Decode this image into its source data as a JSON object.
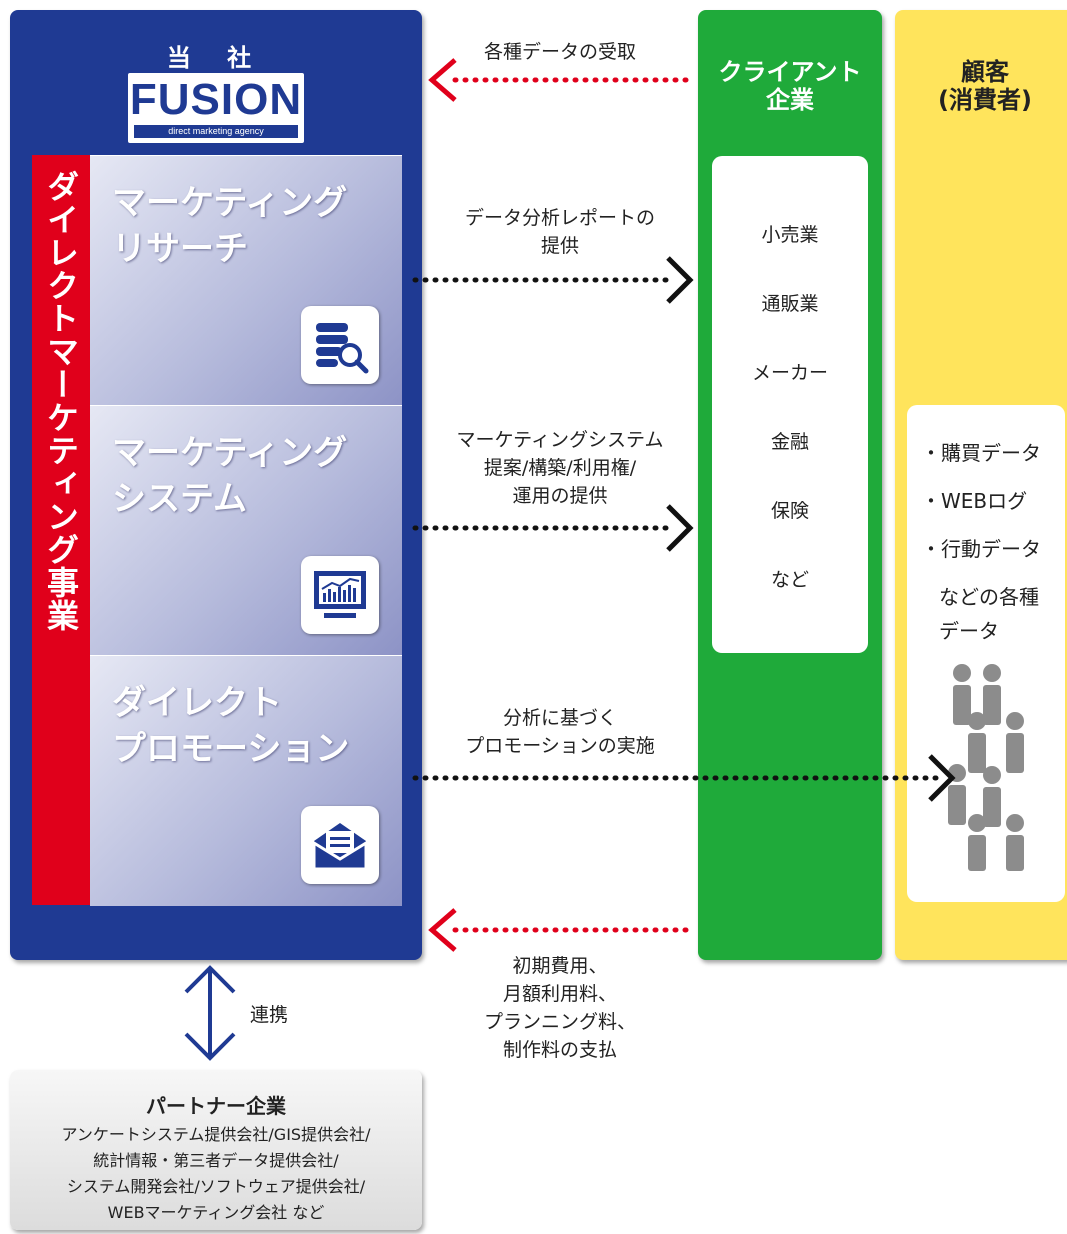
{
  "colors": {
    "company": "#1f3a93",
    "direct_marketing": "#e0001b",
    "client": "#1faa3a",
    "consumer": "#ffe45c",
    "arrow_red": "#e0001b",
    "arrow_black": "#111111",
    "arrow_blue": "#1f3a93"
  },
  "company": {
    "title": "当 社",
    "logo": "FUSION",
    "logo_tagline": "direct marketing agency",
    "business_label": "ダイレクトマーケティング事業",
    "services": [
      {
        "title_line1": "マーケティング",
        "title_line2": "リサーチ",
        "icon": "database-search-icon"
      },
      {
        "title_line1": "マーケティング",
        "title_line2": "システム",
        "icon": "chart-monitor-icon"
      },
      {
        "title_line1": "ダイレクト",
        "title_line2": "プロモーション",
        "icon": "mail-envelope-icon"
      }
    ]
  },
  "client": {
    "title_line1": "クライアント",
    "title_line2": "企業",
    "industries": [
      "小売業",
      "通販業",
      "メーカー",
      "金融",
      "保険",
      "など"
    ]
  },
  "consumer": {
    "title_line1": "顧客",
    "title_line2": "(消費者)",
    "data_items": [
      "・購買データ",
      "・WEBログ",
      "・行動データ",
      "などの各種",
      "データ"
    ],
    "icon": "people-group-icon"
  },
  "flows": {
    "data_receive": "各種データの受取",
    "research_line1": "データ分析レポートの",
    "research_line2": "提供",
    "system_line1": "マーケティングシステム",
    "system_line2": "提案/構築/利用権/",
    "system_line3": "運用の提供",
    "promotion_line1": "分析に基づく",
    "promotion_line2": "プロモーションの実施",
    "fees_line1": "初期費用、",
    "fees_line2": "月額利用料、",
    "fees_line3": "プランニング料、",
    "fees_line4": "制作料の支払"
  },
  "link_label": "連携",
  "partner": {
    "title": "パートナー企業",
    "line1": "アンケートシステム提供会社/GIS提供会社/",
    "line2": "統計情報・第三者データ提供会社/",
    "line3": "システム開発会社/ソフトウェア提供会社/",
    "line4": "WEBマーケティング会社 など"
  }
}
